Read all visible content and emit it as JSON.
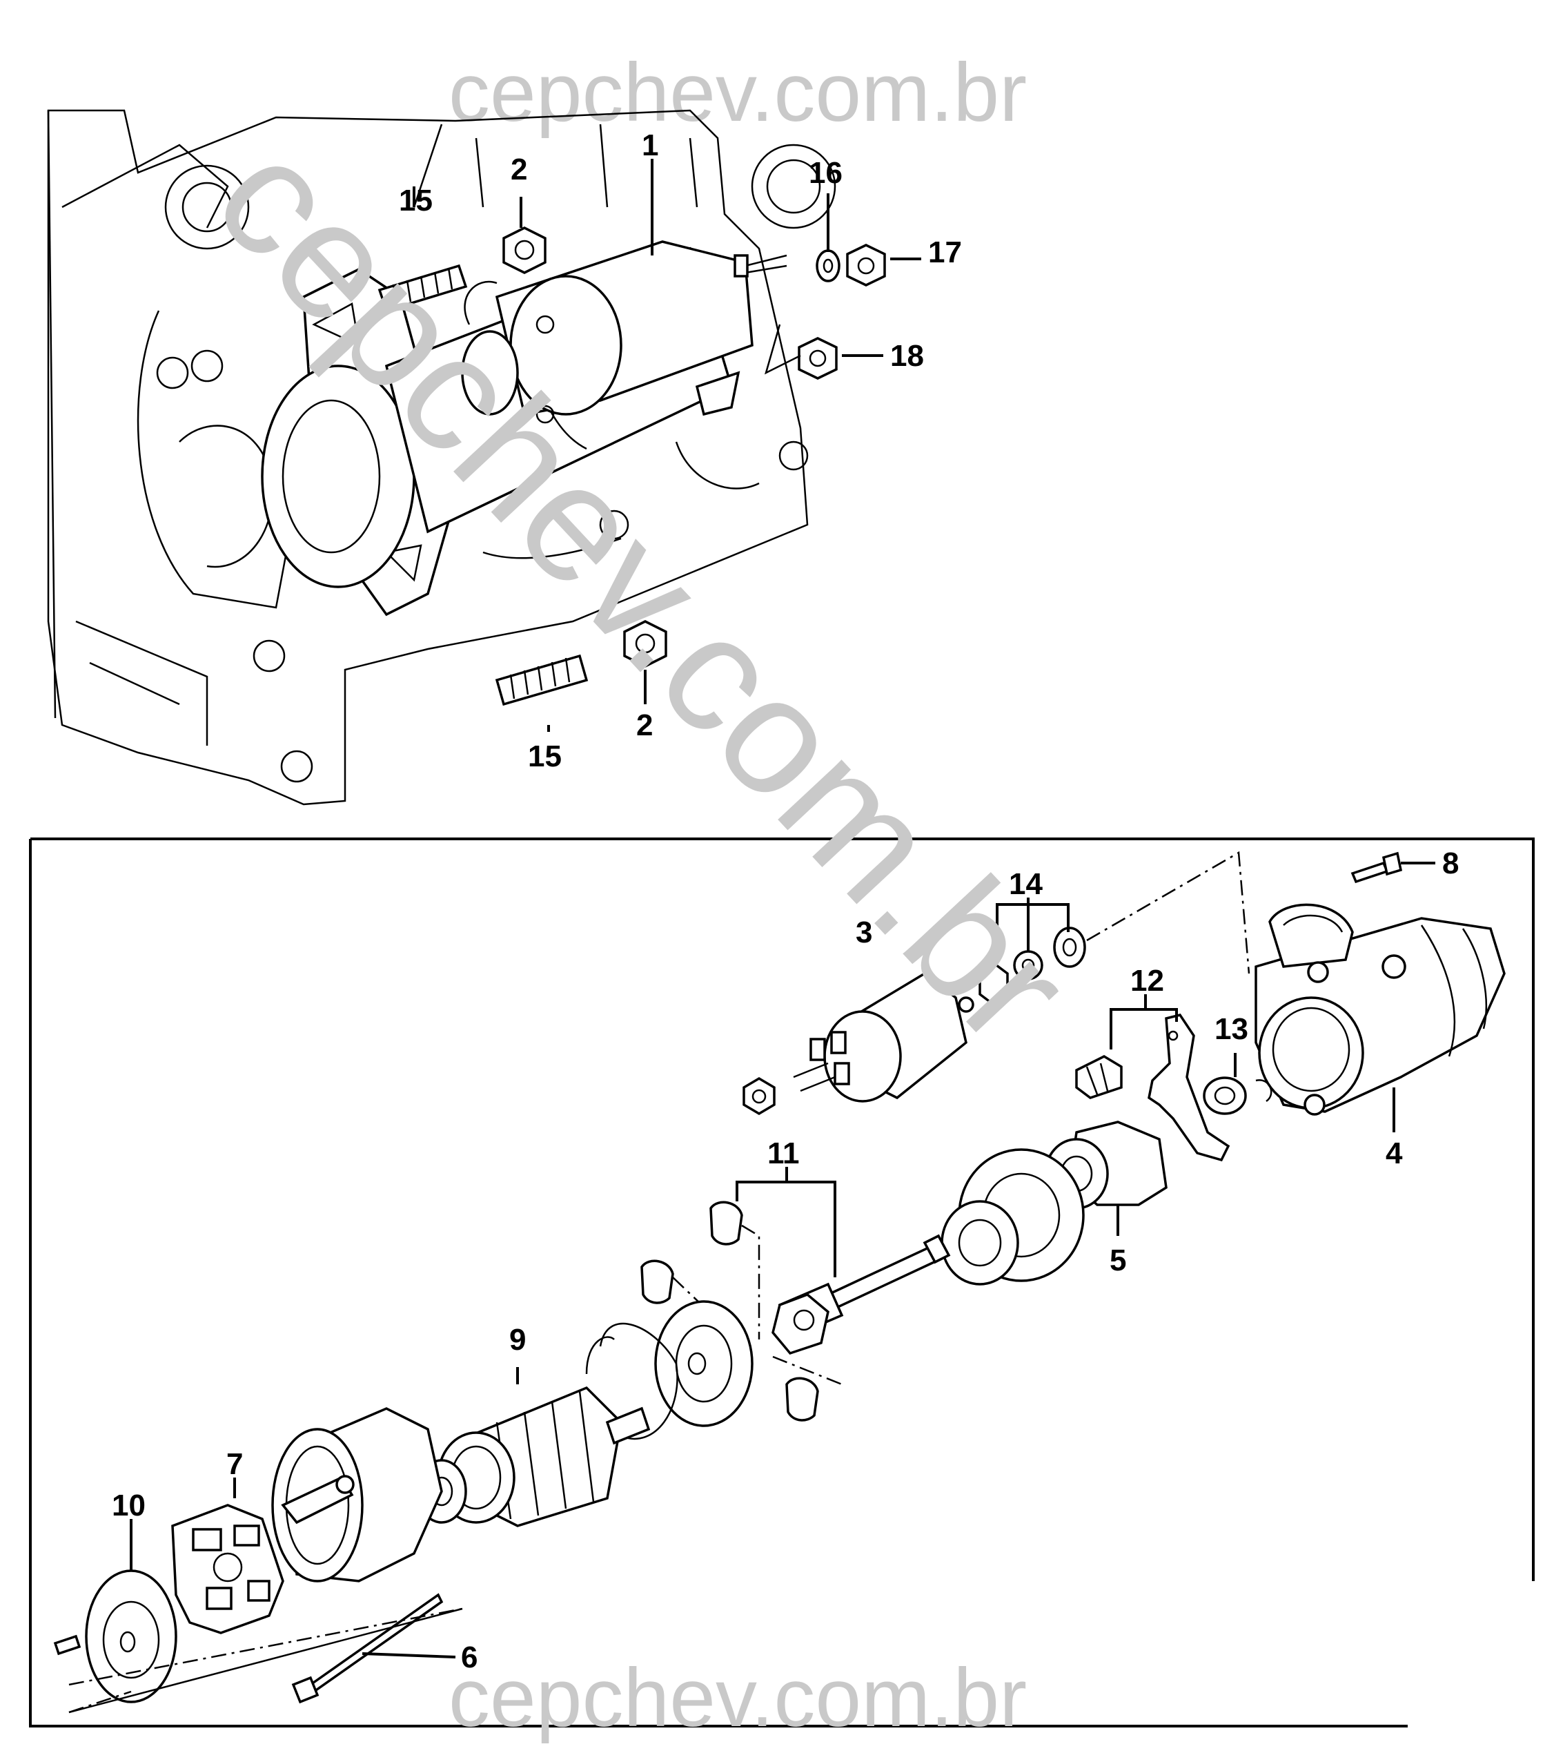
{
  "watermarks": {
    "top": "cepchev.com.br",
    "diagonal": "cepchev.com.br",
    "bottom": "cepchev.com.br"
  },
  "callouts": {
    "c1": "1",
    "c2a": "2",
    "c2b": "2",
    "c3": "3",
    "c4": "4",
    "c5": "5",
    "c6": "6",
    "c7": "7",
    "c8": "8",
    "c9": "9",
    "c10": "10",
    "c11": "11",
    "c12": "12",
    "c13": "13",
    "c14": "14",
    "c15a": "15",
    "c15b": "15",
    "c16": "16",
    "c17": "17",
    "c18": "18"
  }
}
